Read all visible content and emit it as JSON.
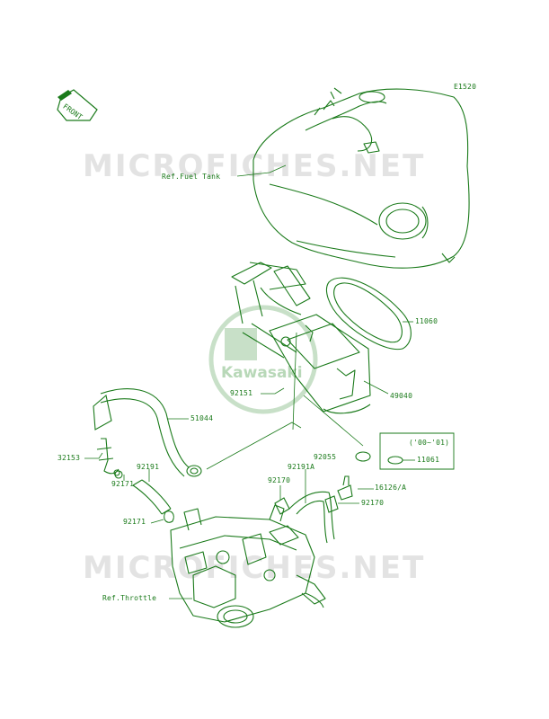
{
  "diagram": {
    "code": "E1520",
    "front_label": "FRONT",
    "watermark_text": "MICROFICHES.NET",
    "logo_text": "Kawasaki",
    "colors": {
      "line": "#1a7a1a",
      "watermark": "#e3e3e3",
      "logo": "#c8e0c8"
    }
  },
  "labels": {
    "fuel_tank": "Ref.Fuel Tank",
    "p11060": "11060",
    "p49040": "49040",
    "p92151": "92151",
    "p51044": "51044",
    "p32153": "32153",
    "p92191": "92191",
    "p92171a": "92171",
    "p92171b": "92171",
    "p92055": "92055",
    "p92191a": "92191A",
    "p92170a": "92170",
    "p16126": "16126/A",
    "p92170b": "92170",
    "p11061": "11061",
    "years": "('00~'01)",
    "throttle": "Ref.Throttle"
  }
}
